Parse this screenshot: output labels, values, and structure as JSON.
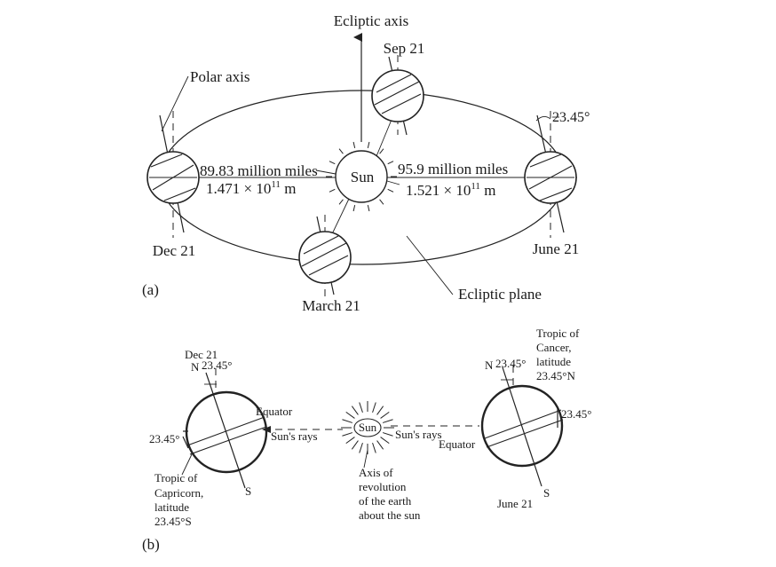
{
  "panel_a": {
    "label": "(a)",
    "ecliptic_axis": "Ecliptic axis",
    "polar_axis": "Polar axis",
    "angle": "23.45°",
    "sun": "Sun",
    "perihelion": {
      "miles": "89.83 million miles",
      "meters_prefix": "1.471 × 10",
      "meters_exp": "11",
      "meters_unit": " m"
    },
    "aphelion": {
      "miles": "95.9 million miles",
      "meters_prefix": "1.521 × 10",
      "meters_exp": "11",
      "meters_unit": " m"
    },
    "dates": {
      "dec": "Dec 21",
      "mar": "March 21",
      "jun": "June 21",
      "sep": "Sep 21"
    },
    "ecliptic_plane": "Ecliptic plane"
  },
  "panel_b": {
    "label": "(b)",
    "dec": "Dec 21",
    "jun": "June 21",
    "angle": "23.45°",
    "north": "N",
    "south": "S",
    "equator": "Equator",
    "suns_rays": "Sun's rays",
    "sun": "Sun",
    "capricorn": [
      "Tropic of",
      "Capricorn,",
      "latitude",
      "23.45°S"
    ],
    "cancer": [
      "Tropic of",
      "Cancer,",
      "latitude",
      "23.45°N"
    ],
    "axis_of_revolution": [
      "Axis of",
      "revolution",
      "of the earth",
      "about the sun"
    ]
  }
}
